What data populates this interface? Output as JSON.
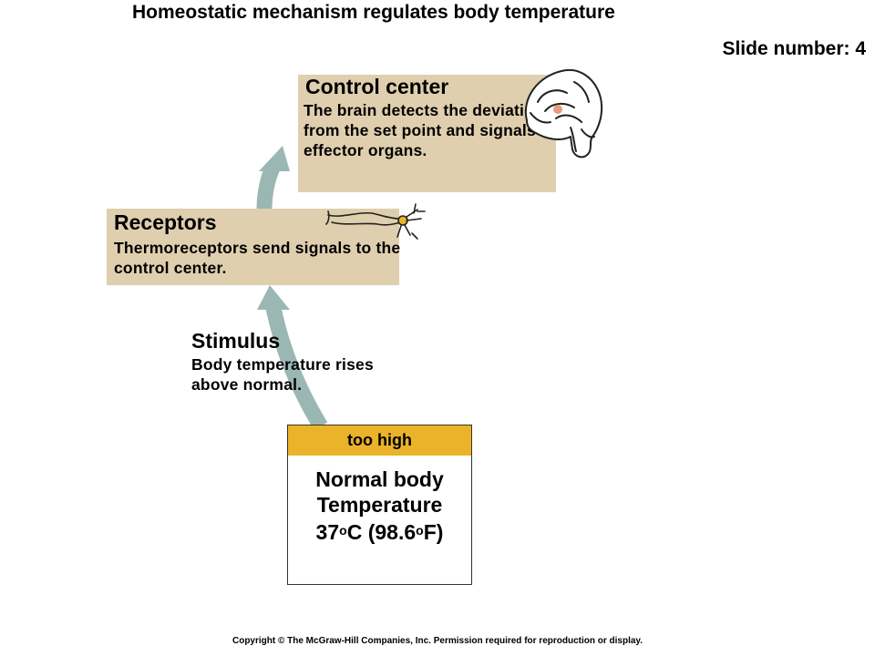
{
  "slide": {
    "title": "Homeostatic mechanism regulates body temperature",
    "slide_number": "Slide number: 4",
    "copyright": "Copyright © The McGraw-Hill Companies, Inc. Permission required for reproduction or display."
  },
  "control_center": {
    "heading": "Control center",
    "text": "The brain detects the deviation from the set point and signals effector organs."
  },
  "receptors": {
    "heading": "Receptors",
    "text": "Thermoreceptors send signals to the control center."
  },
  "stimulus": {
    "heading": "Stimulus",
    "text": "Body temperature rises above normal."
  },
  "normal_box": {
    "label": "too high",
    "line1": "Normal body",
    "line2": "Temperature",
    "temp_c": "37",
    "temp_f": "(98.6",
    "degree": "o",
    "c_unit": "C",
    "f_unit": "F)"
  },
  "colors": {
    "arrow": "#9bb7b3",
    "box_tan": "#dfcfae",
    "too_high_bar": "#ebb32a",
    "hypothalamus": "#e89a82"
  },
  "icons": [
    "brain-icon",
    "neuron-icon",
    "up-arrow-icon"
  ]
}
